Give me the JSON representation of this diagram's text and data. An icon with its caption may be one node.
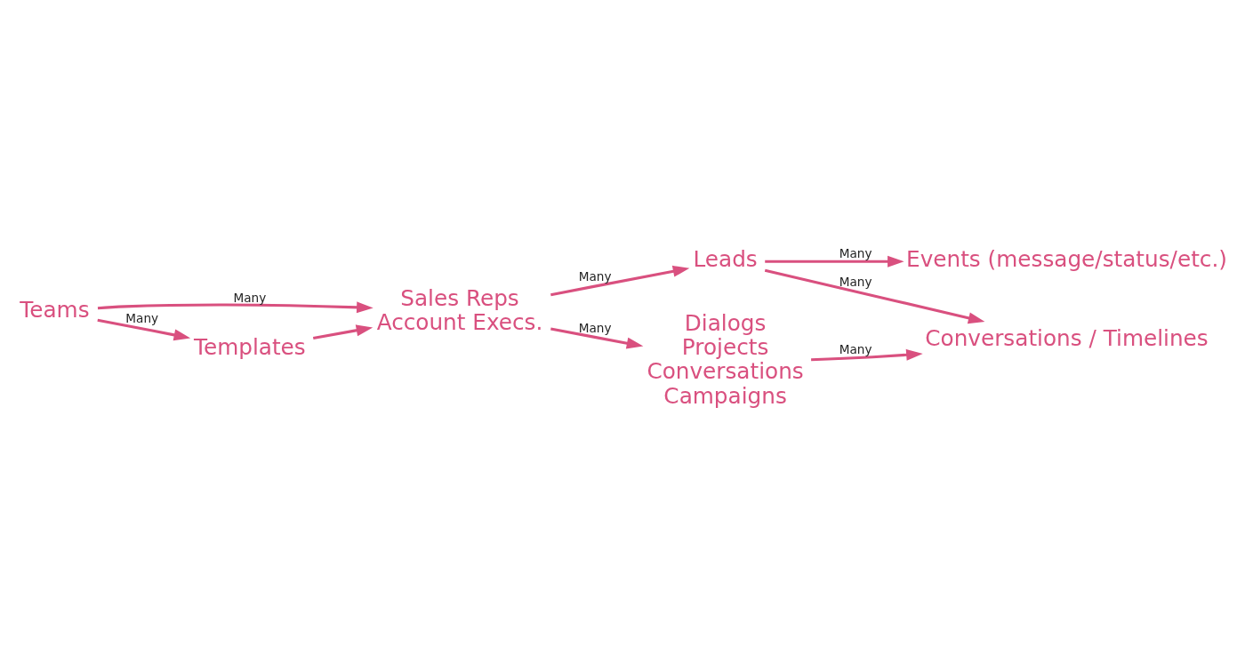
{
  "diagram": {
    "nodes": [
      {
        "text": [
          "Teams"
        ]
      },
      {
        "text": [
          "Sales Reps",
          "Account Execs."
        ]
      },
      {
        "text": [
          "Templates"
        ]
      },
      {
        "text": [
          "Leads"
        ]
      },
      {
        "text": [
          "Dialogs",
          "Projects",
          "Conversations",
          "Campaigns"
        ]
      },
      {
        "text": [
          "Conversations / Timelines"
        ]
      },
      {
        "text": [
          "Events (message/status/etc.)"
        ]
      }
    ],
    "edges": [
      {
        "from": 0,
        "to": 1,
        "arrow": "to",
        "label": "Many"
      },
      {
        "from": 0,
        "to": 2,
        "arrow": "to",
        "label": "Many"
      },
      {
        "from": 2,
        "to": 1,
        "arrow": "to"
      },
      {
        "from": 1,
        "to": 3,
        "arrow": "to",
        "label": "Many"
      },
      {
        "from": 1,
        "to": 4,
        "arrow": "to",
        "label": "Many"
      },
      {
        "from": 4,
        "to": 5,
        "arrow": "to",
        "label": "Many"
      },
      {
        "from": 3,
        "to": 5,
        "arrow": "to",
        "label": "Many"
      },
      {
        "from": 3,
        "to": 6,
        "arrow": "to",
        "label": "Many"
      }
    ]
  }
}
